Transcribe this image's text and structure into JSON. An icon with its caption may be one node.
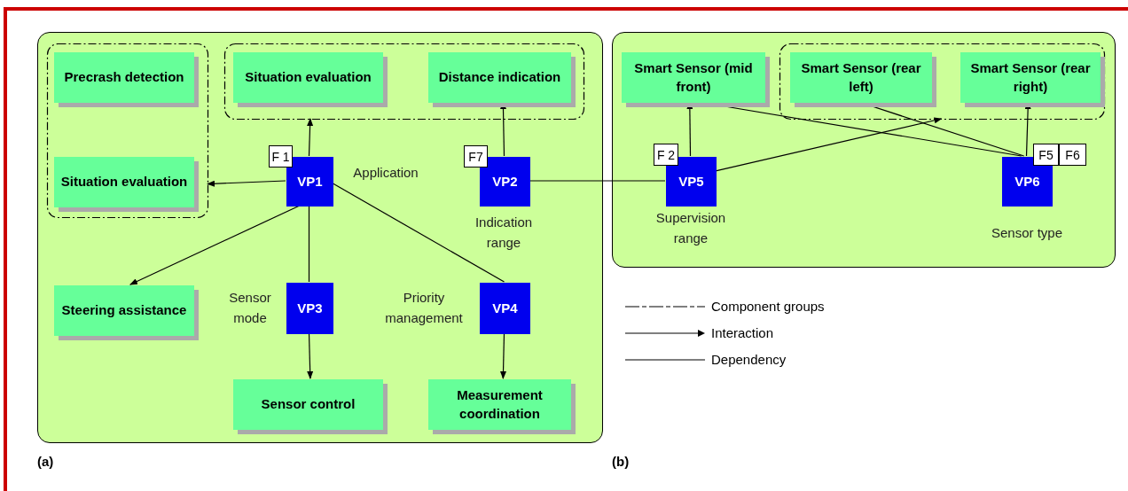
{
  "diagram": {
    "nodes": [
      {
        "text": [],
        "shape": "box"
      },
      {
        "text": [],
        "shape": "box",
        "in": 0
      },
      {
        "text": [
          "Precrash detection"
        ],
        "in": 1
      },
      {
        "text": [
          "Situation evaluation"
        ],
        "in": 1
      },
      {
        "text": [],
        "shape": "box",
        "in": 0
      },
      {
        "text": [
          "Situation evaluation"
        ],
        "in": 4
      },
      {
        "text": [
          "Distance indication"
        ],
        "in": 4
      },
      {
        "text": [
          "VP1"
        ],
        "in": 0,
        "beside": [
          "Application"
        ]
      },
      {
        "text": [
          "F 1"
        ],
        "in": 0
      },
      {
        "text": [
          "VP2"
        ],
        "in": 0,
        "beside": [
          "Indication range"
        ]
      },
      {
        "text": [
          "F7"
        ],
        "in": 0
      },
      {
        "text": [
          "Steering assistance"
        ],
        "in": 0
      },
      {
        "text": [
          "VP3"
        ],
        "in": 0,
        "beside": [
          "Sensor mode"
        ]
      },
      {
        "text": [
          "VP4"
        ],
        "in": 0,
        "beside": [
          "Priority management"
        ]
      },
      {
        "text": [
          "Sensor control"
        ],
        "in": 0
      },
      {
        "text": [
          "Measurement coordination"
        ],
        "in": 0
      },
      {
        "text": [],
        "shape": "box"
      },
      {
        "text": [
          "Smart Sensor (mid front)"
        ],
        "in": 16
      },
      {
        "text": [],
        "shape": "box",
        "in": 16
      },
      {
        "text": [
          "Smart Sensor (rear left)"
        ],
        "in": 18
      },
      {
        "text": [
          "Smart Sensor (rear right)"
        ],
        "in": 18
      },
      {
        "text": [
          "VP5"
        ],
        "in": 16,
        "beside": [
          "Supervision range"
        ]
      },
      {
        "text": [
          "F 2"
        ],
        "in": 16
      },
      {
        "text": [
          "VP6"
        ],
        "in": 16,
        "beside": [
          "Sensor type"
        ]
      },
      {
        "text": [
          "F5"
        ],
        "in": 16
      },
      {
        "text": [
          "F6"
        ],
        "in": 16
      }
    ],
    "edges": [
      {
        "from": 7,
        "to": 4,
        "arrow": "to"
      },
      {
        "from": 7,
        "to": 1,
        "arrow": "to"
      },
      {
        "from": 7,
        "to": 11,
        "arrow": "to"
      },
      {
        "from": 7,
        "to": 12,
        "arrow": "none"
      },
      {
        "from": 12,
        "to": 14,
        "arrow": "to"
      },
      {
        "from": 7,
        "to": 13,
        "arrow": "none"
      },
      {
        "from": 9,
        "to": 6,
        "arrow": "to"
      },
      {
        "from": 13,
        "to": 15,
        "arrow": "to"
      },
      {
        "from": 9,
        "to": 21,
        "arrow": "none"
      },
      {
        "from": 21,
        "to": 17,
        "arrow": "to"
      },
      {
        "from": 21,
        "to": 18,
        "arrow": "to"
      },
      {
        "from": 23,
        "to": 17,
        "arrow": "to"
      },
      {
        "from": 23,
        "to": 19,
        "arrow": "to"
      },
      {
        "from": 23,
        "to": 20,
        "arrow": "to"
      }
    ],
    "labels": [
      "(a)",
      "(b)"
    ],
    "legend": [
      {
        "text": "Component groups"
      },
      {
        "text": "Interaction"
      },
      {
        "text": "Dependency"
      }
    ]
  }
}
